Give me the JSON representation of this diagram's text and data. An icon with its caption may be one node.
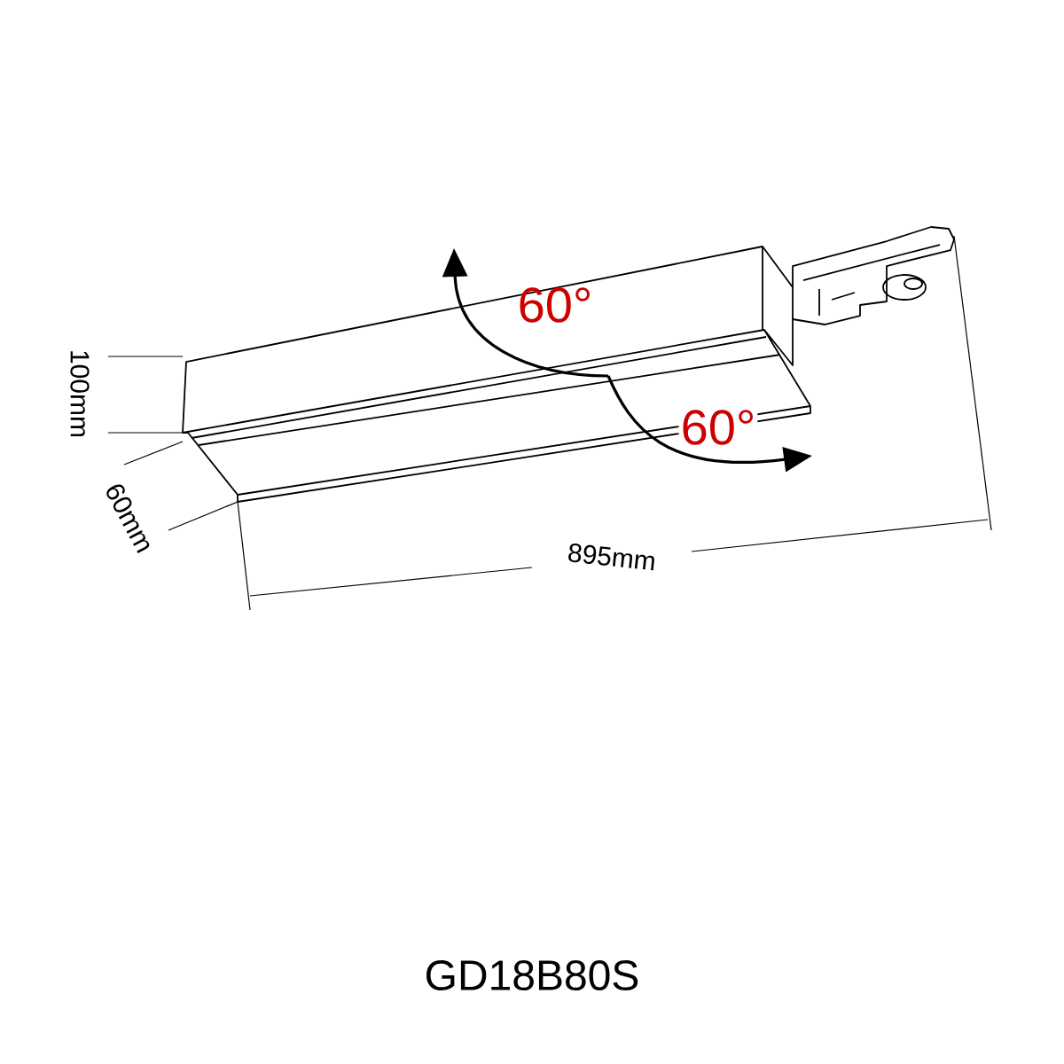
{
  "diagram": {
    "caption": "GD18B80S",
    "labels": [
      "60°",
      "100mm",
      "60°",
      "60mm",
      "895mm"
    ]
  }
}
